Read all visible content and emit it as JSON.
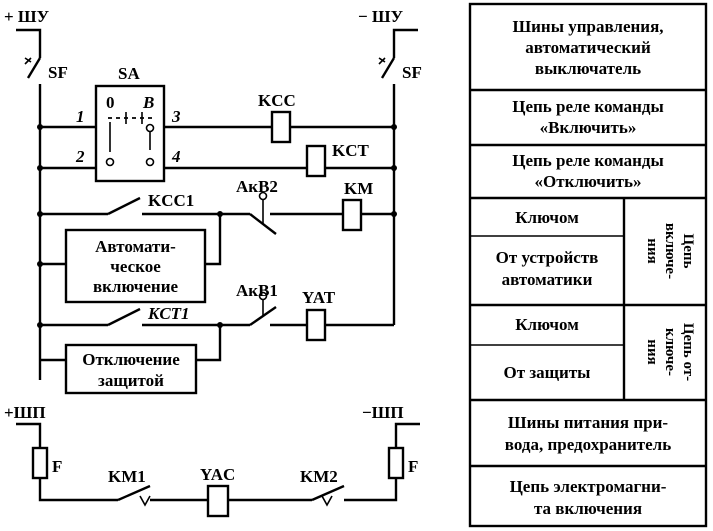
{
  "diagram": {
    "control_bus_plus": "+ ШУ",
    "control_bus_minus": "− ШУ",
    "breaker_left": "SF",
    "breaker_right": "SF",
    "switch_name": "SA",
    "switch_pos_0": "0",
    "switch_pos_b": "В",
    "contact_1": "1",
    "contact_2": "2",
    "contact_3": "3",
    "contact_4": "4",
    "relay_kcc": "KCC",
    "relay_kct": "KCT",
    "contact_kcc1": "KCC1",
    "contact_akv2": "АкВ2",
    "relay_km": "KM",
    "auto_box_line1": "Автомати-",
    "auto_box_line2": "ческое",
    "auto_box_line3": "включение",
    "contact_akv1": "АкВ1",
    "contact_kct1": "KCT1",
    "coil_yat": "YAT",
    "prot_box_line1": "Отключение",
    "prot_box_line2": "защитой",
    "power_bus_plus": "+ШП",
    "power_bus_minus": "−ШП",
    "fuse_left": "F",
    "fuse_right": "F",
    "contact_km1": "KM1",
    "coil_yac": "YAC",
    "contact_km2": "KM2"
  },
  "legend": {
    "row1": [
      "Шины управления,",
      "автоматический",
      "выключатель"
    ],
    "row2": [
      "Цепь реле команды",
      "«Включить»"
    ],
    "row3": [
      "Цепь реле команды",
      "«Отключить»"
    ],
    "on_key": "Ключом",
    "on_auto": [
      "От устройств",
      "автоматики"
    ],
    "on_side": [
      "Цепь",
      "включе-",
      "ния"
    ],
    "off_key": "Ключом",
    "off_prot": "От защиты",
    "off_side": [
      "Цепь от-",
      "ключе-",
      "ния"
    ],
    "row_power": [
      "Шины питания при-",
      "вода, предохранитель"
    ],
    "row_coil": [
      "Цепь электромагни-",
      "та включения"
    ]
  }
}
